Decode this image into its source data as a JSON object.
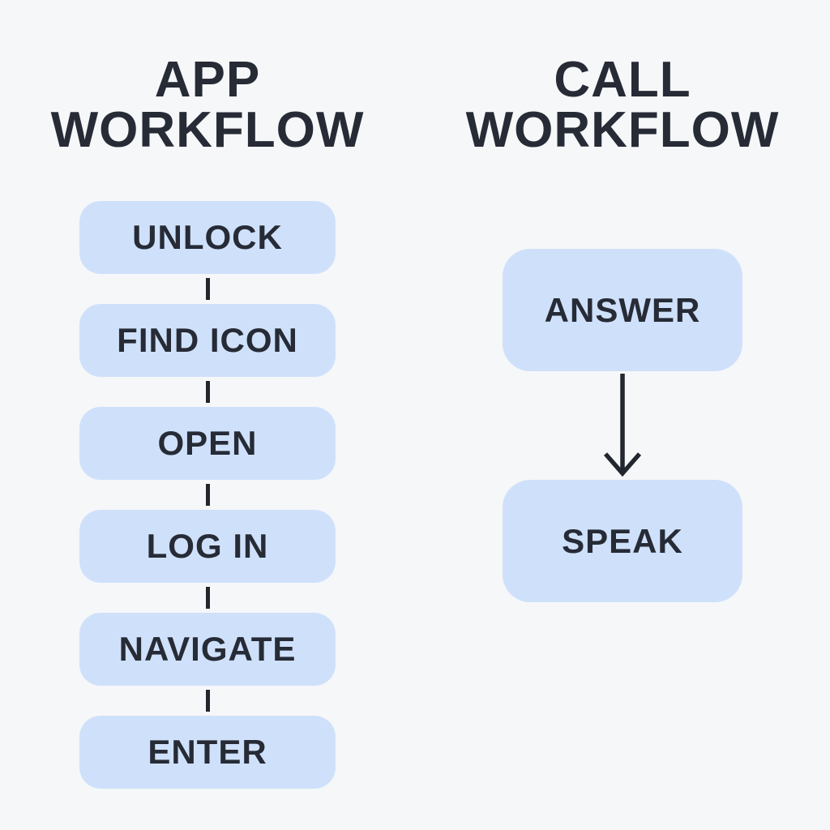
{
  "page": {
    "background_color": "#f6f7f9"
  },
  "colors": {
    "node_fill": "#cfe1fa",
    "text": "#262b36",
    "connector": "#22262f"
  },
  "app_workflow": {
    "title_line1": "APP",
    "title_line2": "WORKFLOW",
    "steps": [
      "UNLOCK",
      "FIND ICON",
      "OPEN",
      "LOG IN",
      "NAVIGATE",
      "ENTER"
    ]
  },
  "call_workflow": {
    "title_line1": "CALL",
    "title_line2": "WORKFLOW",
    "steps": [
      "ANSWER",
      "SPEAK"
    ]
  },
  "icons": {
    "connector": "vertical-line",
    "arrow": "arrow-down-icon"
  }
}
